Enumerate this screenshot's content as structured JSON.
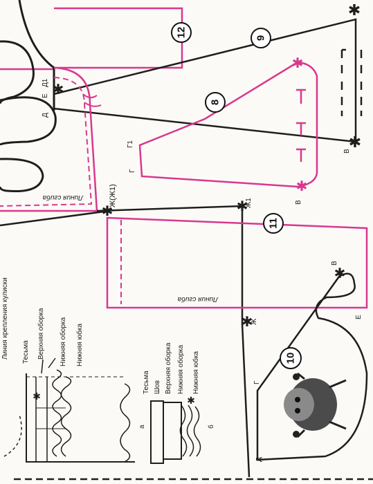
{
  "pieces": {
    "p8": "8",
    "p9": "9",
    "p10": "10",
    "p11": "11",
    "p12": "12"
  },
  "points": {
    "d": "Д",
    "e": "Е",
    "d1": "Д1",
    "g": "Г",
    "g1": "Г1",
    "v": "В",
    "zh": "Ж",
    "zh1": "Ж1",
    "zh_pair": "Ж(Ж1)"
  },
  "fold_line": "Линия сгиба",
  "attach_line": "Линия крепления кулиски",
  "fig_a": {
    "letter": "а",
    "labels": [
      "Тесьма",
      "Верхняя оборка",
      "Нижняя оборка",
      "Нижняя юбка"
    ]
  },
  "fig_b": {
    "letter": "б",
    "labels": [
      "Тесьма",
      "Шов",
      "Верхняя оборка",
      "Нижняя оборка",
      "Нижняя юбка"
    ]
  },
  "colors": {
    "pink": "#d9378f",
    "ink": "#1e1e1e",
    "paper": "#fbfaf6"
  }
}
